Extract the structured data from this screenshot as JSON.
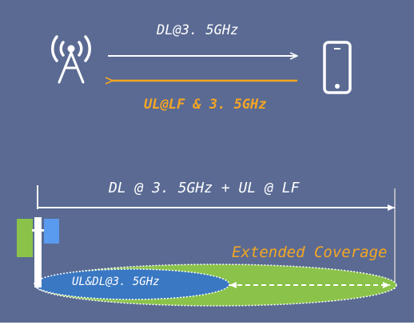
{
  "diagram": {
    "top": {
      "downlink_label": "DL@3. 5GHz",
      "uplink_label": "UL@LF & 3. 5GHz"
    },
    "bottom": {
      "span_label": "DL @ 3. 5GHz + UL @ LF",
      "extended_label": "Extended Coverage",
      "inner_label": "UL&DL@3. 5GHz"
    }
  },
  "colors": {
    "background": "#5a6a93",
    "white": "#ffffff",
    "orange": "#f5a623",
    "green": "#8bc34a",
    "blue": "#3a78c3",
    "light_blue": "#5b9bef"
  },
  "icons": {
    "tower": "radio-tower-icon",
    "phone": "smartphone-icon",
    "antenna": "antenna-mast-icon"
  }
}
